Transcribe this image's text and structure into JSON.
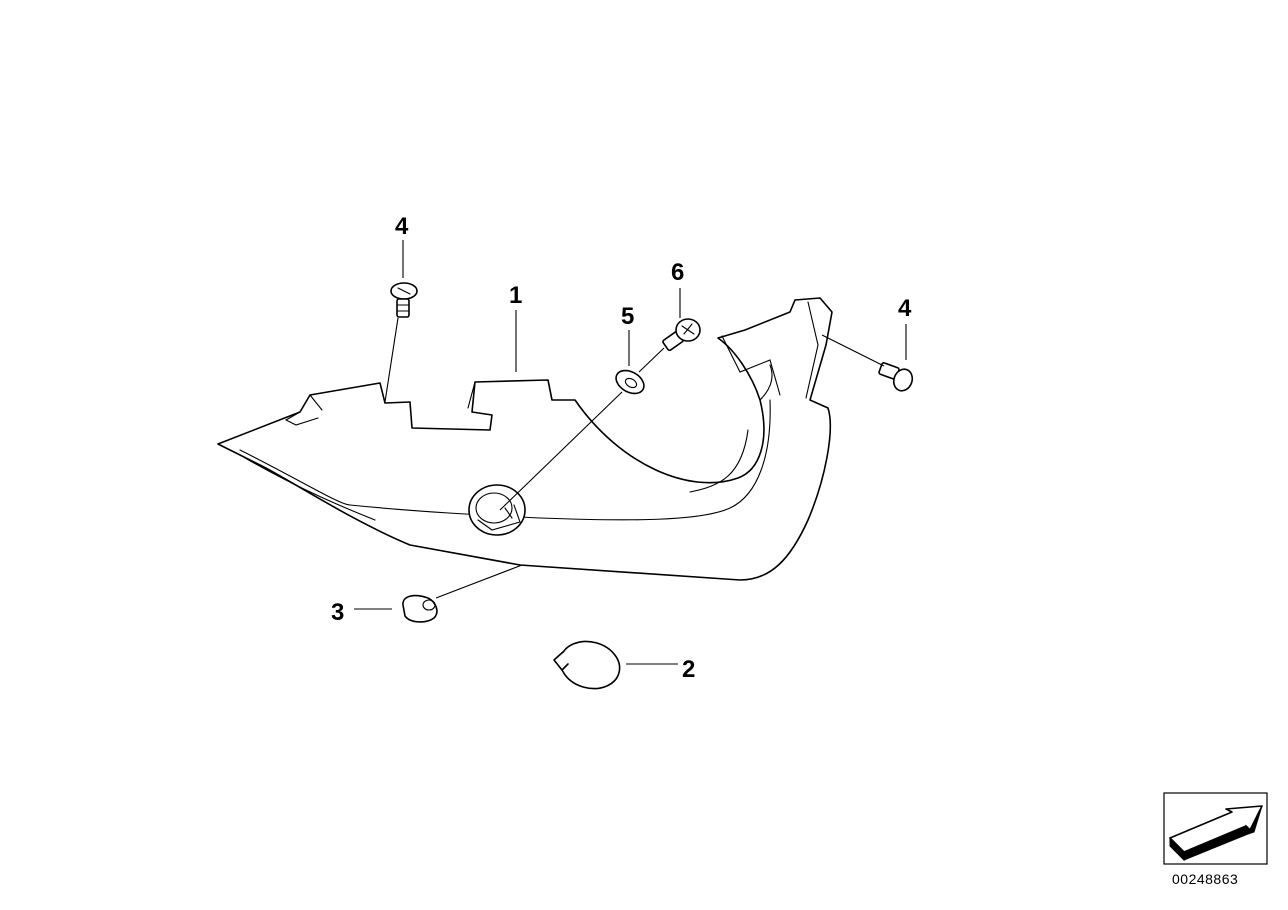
{
  "callouts": {
    "c1": "1",
    "c2": "2",
    "c3": "3",
    "c4a": "4",
    "c4b": "4",
    "c5": "5",
    "c6": "6"
  },
  "diagram_id": "00248863"
}
